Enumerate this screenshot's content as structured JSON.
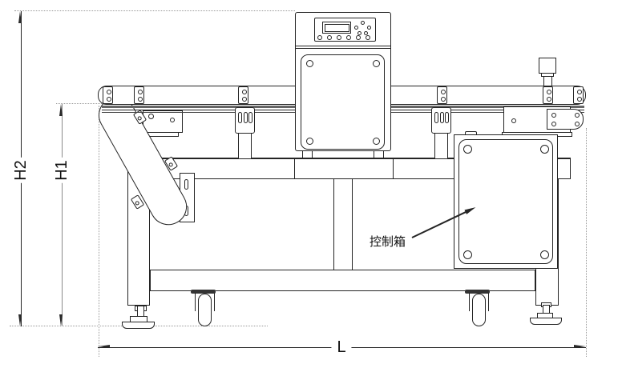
{
  "drawing": {
    "type": "technical-drawing-front-view",
    "labels": {
      "height_total": "H2",
      "height_belt": "H1",
      "length": "L",
      "control_box": "控制箱"
    },
    "colors": {
      "line": "#242424",
      "secondary_line": "#8a8a8a",
      "dotted_line": "#9a9a9a",
      "belt_shade": "#666666",
      "background": "#ffffff"
    }
  }
}
